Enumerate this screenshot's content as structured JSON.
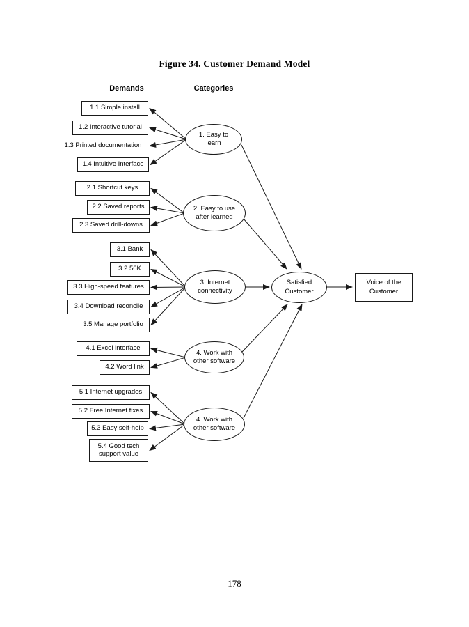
{
  "page": {
    "title": "Figure 34. Customer Demand Model",
    "page_number": "178"
  },
  "diagram": {
    "column_headers": {
      "demands": "Demands",
      "categories": "Categories"
    },
    "groups": [
      {
        "category": "1. Easy to learn",
        "demands": [
          "1.1 Simple install",
          "1.2 Interactive tutorial",
          "1.3 Printed documentation",
          "1.4 Intuitive Interface"
        ]
      },
      {
        "category": "2. Easy to use after learned",
        "demands": [
          "2.1 Shortcut keys",
          "2.2 Saved reports",
          "2.3 Saved drill-downs"
        ]
      },
      {
        "category": "3. Internet connectivity",
        "demands": [
          "3.1 Bank",
          "3.2 56K",
          "3.3 High-speed features",
          "3.4 Download reconcile",
          "3.5 Manage portfolio"
        ]
      },
      {
        "category": "4. Work with other software",
        "demands": [
          "4.1 Excel interface",
          "4.2 Word link"
        ]
      },
      {
        "category": "4. Work with other software",
        "demands": [
          "5.1 Internet upgrades",
          "5.2 Free Internet fixes",
          "5.3 Easy self-help",
          "5.4 Good tech support value"
        ]
      }
    ],
    "hub_label": "Satisfied Customer",
    "output_label": "Voice of the Customer",
    "colors": {
      "line": "#1a1a1a",
      "node_background": "#ffffff",
      "page_background": "#ffffff",
      "text": "#000000"
    }
  }
}
